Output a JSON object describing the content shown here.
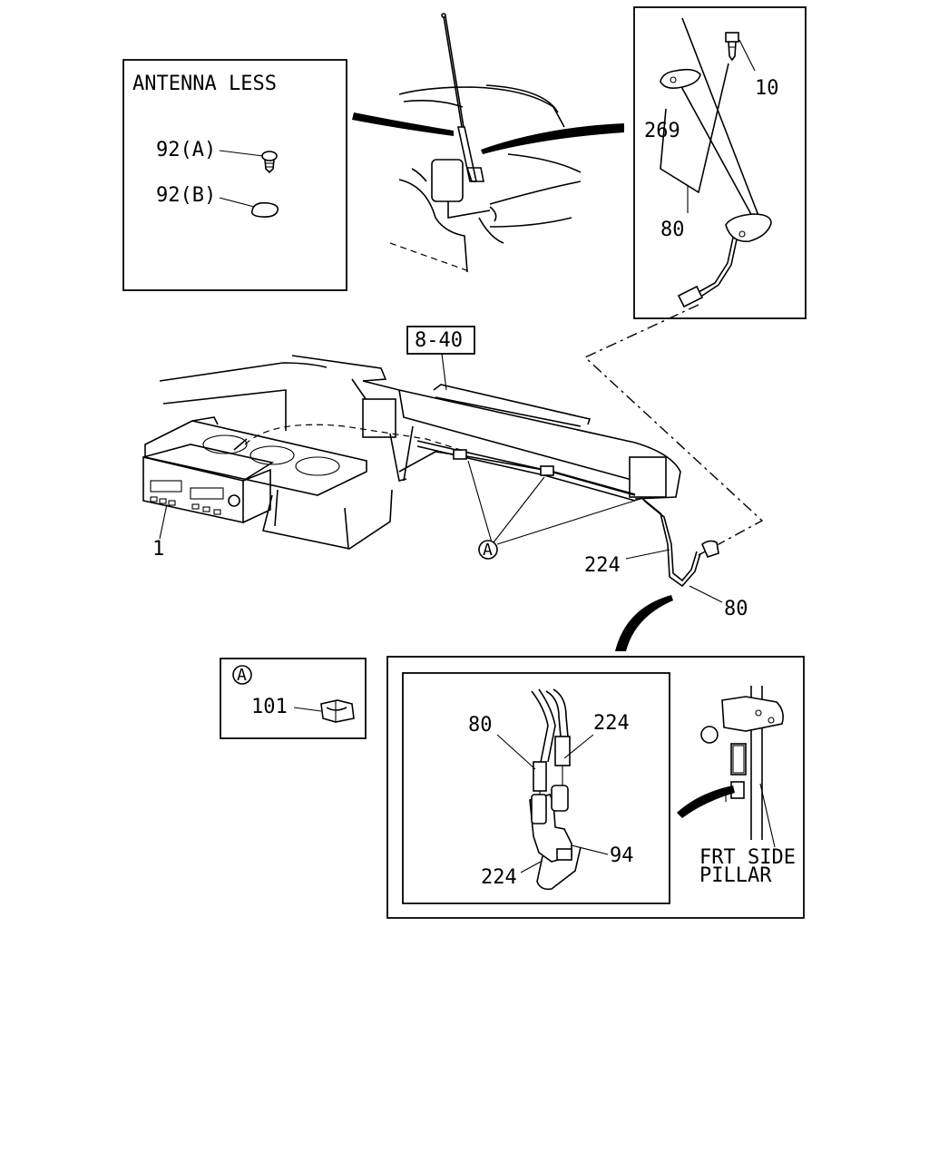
{
  "insets": {
    "antenna_less": {
      "title": "ANTENNA LESS",
      "part_a": "92(A)",
      "part_b": "92(B)"
    },
    "mast_detail": {
      "part_10": "10",
      "part_269": "269",
      "part_80": "80"
    },
    "clip_detail": {
      "marker": "A",
      "part_101": "101"
    },
    "connector_detail": {
      "part_80": "80",
      "part_224_top": "224",
      "part_94": "94",
      "part_224_bottom": "224",
      "pillar_label_1": "FRT SIDE",
      "pillar_label_2": "PILLAR"
    }
  },
  "main": {
    "ref_box": "8-40",
    "part_1": "1",
    "marker_a": "A",
    "part_224": "224",
    "part_80": "80"
  }
}
